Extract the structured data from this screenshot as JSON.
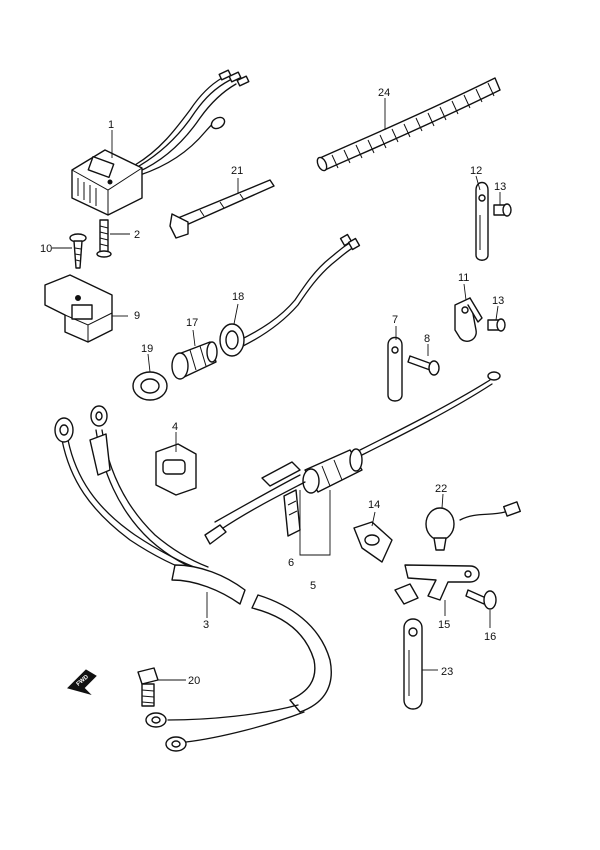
{
  "parts": [
    {
      "id": "1",
      "label": "1"
    },
    {
      "id": "2",
      "label": "2"
    },
    {
      "id": "3",
      "label": "3"
    },
    {
      "id": "4",
      "label": "4"
    },
    {
      "id": "5",
      "label": "5"
    },
    {
      "id": "6",
      "label": "6"
    },
    {
      "id": "7",
      "label": "7"
    },
    {
      "id": "8",
      "label": "8"
    },
    {
      "id": "9",
      "label": "9"
    },
    {
      "id": "10",
      "label": "10"
    },
    {
      "id": "11",
      "label": "11"
    },
    {
      "id": "12",
      "label": "12"
    },
    {
      "id": "13a",
      "label": "13"
    },
    {
      "id": "13b",
      "label": "13"
    },
    {
      "id": "14",
      "label": "14"
    },
    {
      "id": "15",
      "label": "15"
    },
    {
      "id": "16",
      "label": "16"
    },
    {
      "id": "17",
      "label": "17"
    },
    {
      "id": "18",
      "label": "18"
    },
    {
      "id": "19",
      "label": "19"
    },
    {
      "id": "20",
      "label": "20"
    },
    {
      "id": "21",
      "label": "21"
    },
    {
      "id": "22",
      "label": "22"
    },
    {
      "id": "23",
      "label": "23"
    },
    {
      "id": "24",
      "label": "24"
    }
  ],
  "forward_arrow": {
    "text": "FWD"
  }
}
